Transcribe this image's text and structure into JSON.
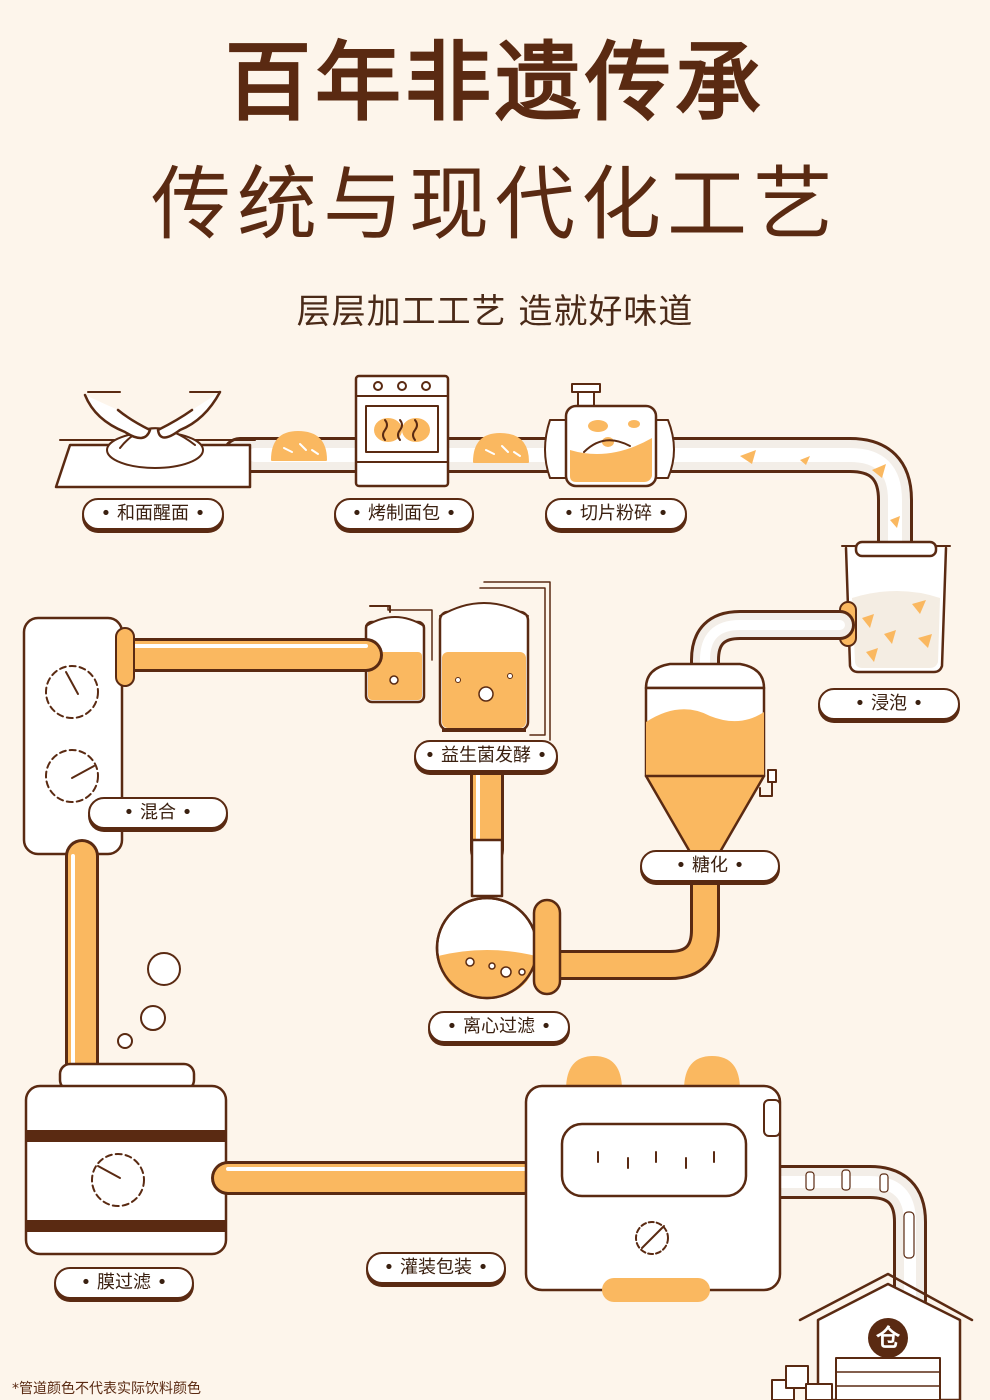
{
  "title": "百年非遗传承",
  "subtitle_main": "传统与现代化工艺",
  "tagline": "层层加工工艺  造就好味道",
  "steps": [
    "• 和面醒面 •",
    "• 烤制面包 •",
    "• 切片粉碎 •",
    "• 浸泡 •",
    "• 益生菌发酵 •",
    "• 糖化 •",
    "• 混合 •",
    "• 离心过滤 •",
    "• 膜过滤 •",
    "• 灌装包装 •"
  ],
  "warehouse_label": "仓",
  "footnote": "*管道颜色不代表实际饮料颜色",
  "colors": {
    "background": "#FDF5EB",
    "outline": "#5A2A12",
    "accent": "#FAB860",
    "pipe_light": "#F3EEE8"
  }
}
